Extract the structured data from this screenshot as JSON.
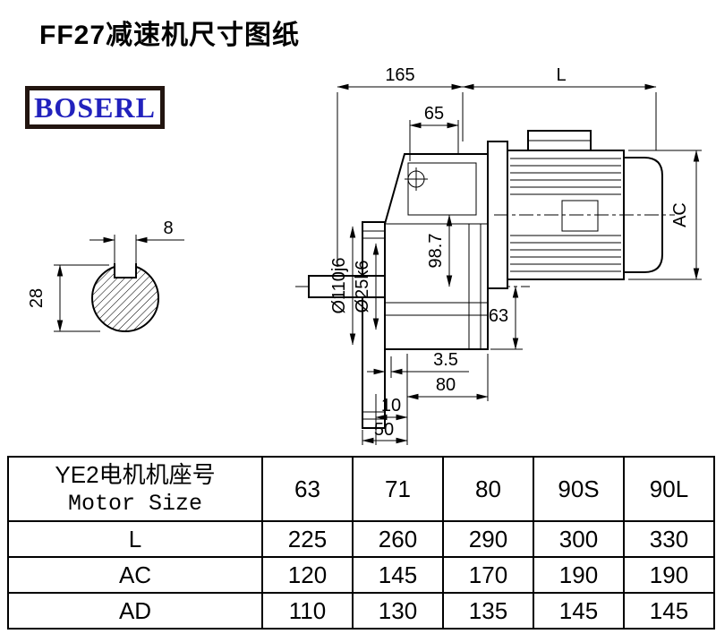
{
  "header": {
    "title": "FF27减速机尺寸图纸",
    "logo": "BOSERL"
  },
  "drawing": {
    "dims": {
      "top_left": "165",
      "top_right": "L",
      "input_width": "65",
      "motor_height": "AC",
      "key_width": "8",
      "key_depth": "28",
      "flange_dia": "Ø110j6",
      "shaft_dia": "Ø25k6",
      "center_height": "98.7",
      "bottom_height": "63",
      "flange_offset": "3.5",
      "mount_width": "80",
      "flange_thickness": "10",
      "shaft_length": "50"
    }
  },
  "table": {
    "header": {
      "line1": "YE2电机机座号",
      "line2": "Motor Size"
    },
    "sizes": [
      "63",
      "71",
      "80",
      "90S",
      "90L"
    ],
    "rows": [
      {
        "label": "L",
        "values": [
          "225",
          "260",
          "290",
          "300",
          "330"
        ]
      },
      {
        "label": "AC",
        "values": [
          "120",
          "145",
          "170",
          "190",
          "190"
        ]
      },
      {
        "label": "AD",
        "values": [
          "110",
          "130",
          "135",
          "145",
          "145"
        ]
      }
    ]
  }
}
